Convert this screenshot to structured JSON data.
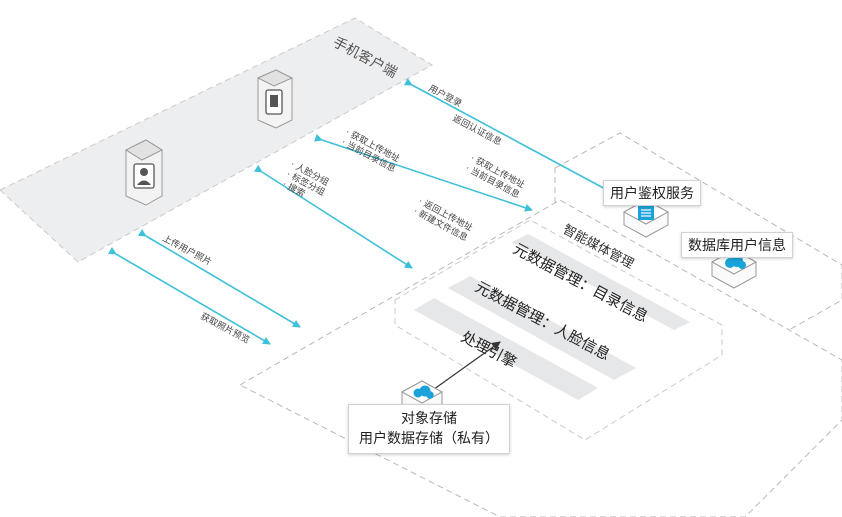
{
  "client": {
    "title": "手机客户端"
  },
  "services": {
    "auth": "用户鉴权服务",
    "db_user_info": "数据库用户信息"
  },
  "media": {
    "title": "智能媒体管理",
    "meta_dir": "元数据管理：目录信息",
    "meta_face": "元数据管理：人脸信息",
    "engine": "处理引擎"
  },
  "storage": {
    "line1": "对象存储",
    "line2": "用户数据存储（私有）"
  },
  "flows": {
    "user_login": "用户登录",
    "return_auth": "返回认证信息",
    "get_upload_addr": "· 获取上传地址",
    "current_dir": "· 当前目录信息",
    "return_get_upload_addr": "· 获取上传地址",
    "return_current_dir": "· 当前目录信息",
    "face_group": "· 人脸分组",
    "tag_group": "· 标签分组",
    "search": "· 搜索",
    "return_upload_addr": "· 返回上传地址",
    "new_file_info": "· 新建文件信息",
    "upload_photo": "上传用户照片",
    "get_thumbnail": "获取照片预览"
  },
  "colors": {
    "arrow": "#3fc0d9",
    "panel": "#edeef0",
    "panel_border": "#c8cacc",
    "zone_border": "#b8b8b8",
    "band": "#e6e7e9",
    "icon_blue": "#1aa3d9"
  },
  "icons": [
    "phone-device-icon",
    "user-profile-device-icon",
    "auth-server-icon",
    "database-cloud-icon",
    "object-storage-cloud-icon"
  ]
}
